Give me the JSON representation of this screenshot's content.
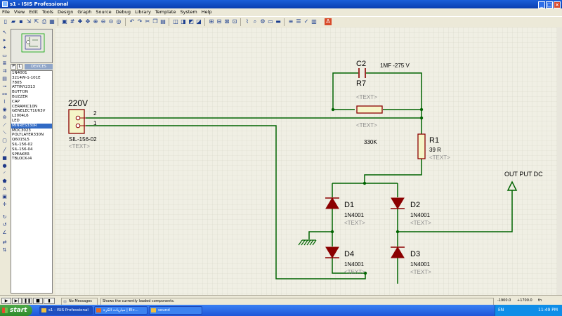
{
  "window": {
    "title": "s1 - ISIS Professional"
  },
  "menu": [
    "File",
    "View",
    "Edit",
    "Tools",
    "Design",
    "Graph",
    "Source",
    "Debug",
    "Library",
    "Template",
    "System",
    "Help"
  ],
  "side": {
    "p_label": "P",
    "l_label": "L",
    "devices_title": "DEVICES"
  },
  "devices": [
    "1N4001",
    "3214W-1-101E",
    "7805",
    "ATTINY2313",
    "BUTTON",
    "BUZZER",
    "CAP",
    "CERAMIC10N",
    "GENELECT1U63V",
    "L2004L6",
    "LED",
    "MINRES330R",
    "MOC3023",
    "POLYLAYER330N",
    "Q6015L5",
    "SIL-156-02",
    "SIL-156-04",
    "SPEAKER",
    "TBLOCK-I4"
  ],
  "selected_device_index": 11,
  "schematic": {
    "connector": {
      "title": "220V",
      "pin2": "2",
      "pin1": "1",
      "part": "SIL-156-02",
      "text": "<TEXT>"
    },
    "c2": {
      "ref": "C2",
      "value": "1MF -275 V"
    },
    "r7": {
      "ref": "R7",
      "text": "<TEXT>",
      "text2": "<TEXT>",
      "value": "330K"
    },
    "r1": {
      "ref": "R1",
      "value": "39 R",
      "text": "<TEXT>"
    },
    "d1": {
      "ref": "D1",
      "part": "1N4001",
      "text": "<TEXT>"
    },
    "d2": {
      "ref": "D2",
      "part": "1N4001",
      "text": "<TEXT>"
    },
    "d3": {
      "ref": "D3",
      "part": "1N4001",
      "text": "<TEXT>"
    },
    "d4": {
      "ref": "D4",
      "part": "1N4001",
      "text": "<TEXT>"
    },
    "output": {
      "label": "OUT PUT DC"
    }
  },
  "status": {
    "messages": "No Messages",
    "hint": "Shows the currently loaded components.",
    "coord_x": "-1900.0",
    "coord_y": "+1700.0",
    "unit": "th"
  },
  "taskbar": {
    "start": "start",
    "tasks": [
      "s1 - ISIS Professional",
      "مباريات الكرة | Elc...",
      "sound"
    ],
    "lang": "EN",
    "clock": "11:49 PM"
  },
  "colors": {
    "wire": "#006400",
    "component": "#8b0000",
    "body": "#f5f5c8",
    "grid_bg": "#f0efe4",
    "grid_dot": "#b0b0a0",
    "ref_text": "#000000",
    "placeholder_text": "#8c8c8c"
  }
}
